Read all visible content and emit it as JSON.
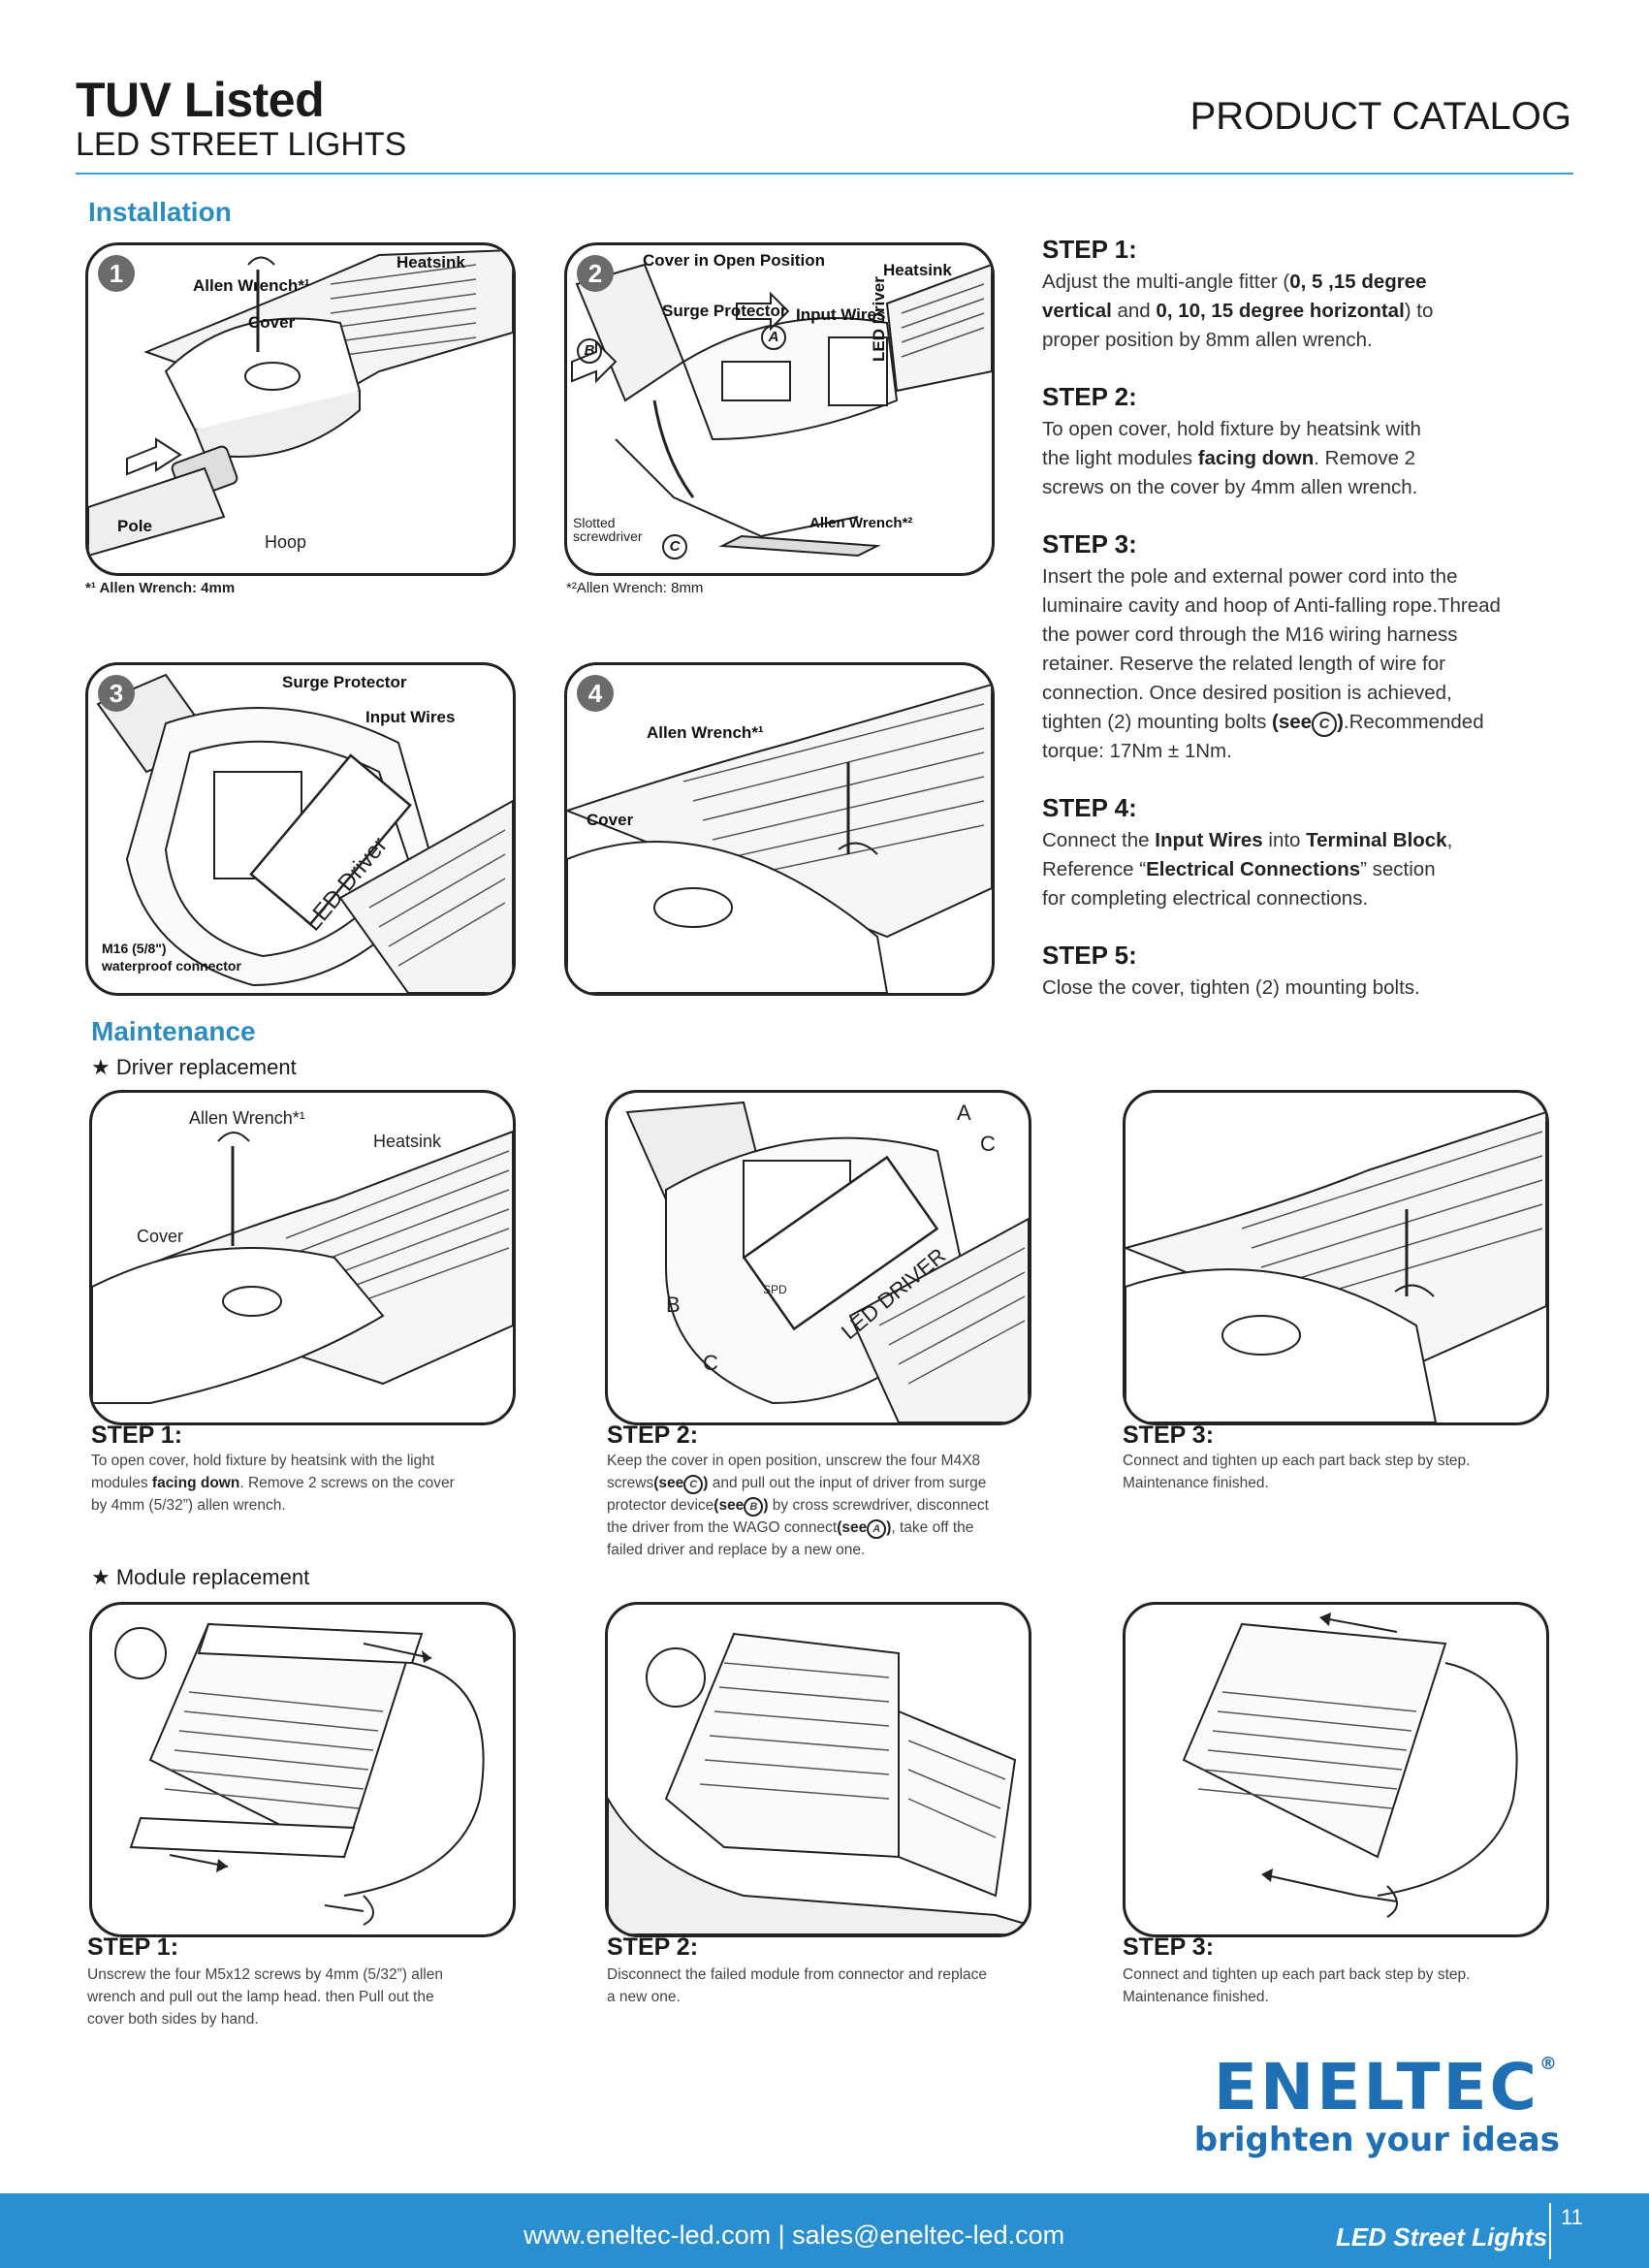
{
  "header": {
    "title": "TUV Listed",
    "subtitle": "LED STREET LIGHTS",
    "catalog": "PRODUCT CATALOG"
  },
  "installation": {
    "heading": "Installation",
    "panels": [
      {
        "num": "1",
        "labels": {
          "allen": "Allen Wrench*¹",
          "heatsink": "Heatsink",
          "cover": "Cover",
          "pole": "Pole",
          "hoop": "Hoop"
        },
        "note": "*¹ Allen Wrench: 4mm"
      },
      {
        "num": "2",
        "labels": {
          "cover_open": "Cover in Open Position",
          "heatsink": "Heatsink",
          "surge": "Surge Protector",
          "input": "Input Wires",
          "driver": "LED Driver",
          "slotted": "Slotted",
          "screwdriver": "screwdriver",
          "allen": "Allen Wrench*²",
          "a": "A",
          "b": "B",
          "c": "C"
        },
        "note": "*²Allen Wrench: 8mm"
      },
      {
        "num": "3",
        "labels": {
          "surge": "Surge Protector",
          "input": "Input Wires",
          "driver": "LED Driver",
          "m16": "M16 (5/8\")",
          "waterproof": "waterproof connector"
        }
      },
      {
        "num": "4",
        "labels": {
          "allen": "Allen Wrench*¹",
          "cover": "Cover"
        }
      }
    ],
    "steps": [
      {
        "title": "STEP 1:",
        "pre1": "Adjust the multi-angle fitter (",
        "b1": "0, 5 ,15 degree",
        "b2": "vertical",
        "mid": " and ",
        "b3": "0, 10, 15 degree horizontal",
        "post": ") to",
        "line3": "proper position by 8mm allen wrench."
      },
      {
        "title": "STEP 2:",
        "line1": "To open cover, hold fixture by heatsink with",
        "pre2": "the light modules ",
        "b": "facing down",
        "post2": ". Remove 2",
        "line3": "screws on the cover by 4mm allen wrench."
      },
      {
        "title": "STEP 3:",
        "line1": "Insert the pole and external power cord into the",
        "line2": "luminaire cavity and hoop of Anti-falling rope.Thread",
        "line3": "the power cord through the M16 wiring harness",
        "line4": "retainer. Reserve the related length of wire for",
        "line5": "connection.  Once desired position is achieved,",
        "pre6": "tighten (2) mounting bolts ",
        "b6": "(see",
        "c6": "C",
        "b6e": ")",
        "post6": ".Recommended",
        "line7": "torque: 17Nm ± 1Nm."
      },
      {
        "title": "STEP 4:",
        "pre1": "Connect the ",
        "b1": "Input Wires",
        "mid1": " into ",
        "b2": "Terminal Block",
        "post1": ",",
        "pre2": "Reference “",
        "b3": "Electrical Connections",
        "post2": "” section",
        "line3": "for completing electrical connections."
      },
      {
        "title": "STEP 5:",
        "line1": "Close the cover, tighten (2) mounting bolts."
      }
    ]
  },
  "maintenance": {
    "heading": "Maintenance",
    "driver": {
      "sub": "Driver replacement",
      "labels": {
        "allen": "Allen Wrench*¹",
        "heatsink": "Heatsink",
        "cover": "Cover",
        "a": "A",
        "b": "B",
        "c": "C",
        "driver": "LED DRIVER",
        "spd": "SPD"
      },
      "steps": [
        {
          "title": "STEP 1:",
          "line1": "To open cover, hold fixture by heatsink with the light",
          "pre2": "modules ",
          "b2": "facing down",
          "post2": ". Remove 2 screws on the cover",
          "line3": "by 4mm (5/32”) allen wrench."
        },
        {
          "title": "STEP 2:",
          "line1": "Keep the cover in open position, unscrew the four M4X8",
          "pre2": "screws",
          "b2": "(see",
          "c2": "C",
          "b2e": ")",
          "post2": " and  pull out the input of driver from surge",
          "pre3": "protector device",
          "b3": "(see",
          "c3": "B",
          "b3e": ")",
          "post3": " by cross screwdriver, disconnect",
          "pre4": "the driver from the WAGO connect",
          "b4": "(see",
          "c4": "A",
          "b4e": ")",
          "post4": ", take off the",
          "line5": "failed driver and replace by a new one."
        },
        {
          "title": "STEP 3:",
          "line1": "Connect and tighten up each part back step by step.",
          "line2": "Maintenance finished."
        }
      ]
    },
    "module": {
      "sub": "Module replacement",
      "steps": [
        {
          "title": "STEP 1:",
          "line1": "Unscrew the four M5x12 screws by 4mm (5/32”) allen",
          "line2": "wrench and pull out the lamp head. then Pull out the",
          "line3": "cover both sides by hand."
        },
        {
          "title": "STEP 2:",
          "line1": "Disconnect the failed module from connector and replace",
          "line2": "a new one."
        },
        {
          "title": "STEP 3:",
          "line1": "Connect and tighten up each part back step by step.",
          "line2": "Maintenance finished."
        }
      ]
    }
  },
  "brand": {
    "name": "ENELTEC",
    "reg": "®",
    "tagline": "brighten your ideas"
  },
  "footer": {
    "contact": "www.eneltec-led.com | sales@eneltec-led.com",
    "label": "LED Street Lights",
    "page": "11"
  },
  "colors": {
    "accent": "#2b8cc4",
    "footer": "#2a8fd0",
    "brand": "#1f6fb5",
    "badge": "#6b6b6b"
  },
  "icons": [
    "star-icon",
    "circled-letter-icon",
    "rotation-arrow-icon"
  ]
}
